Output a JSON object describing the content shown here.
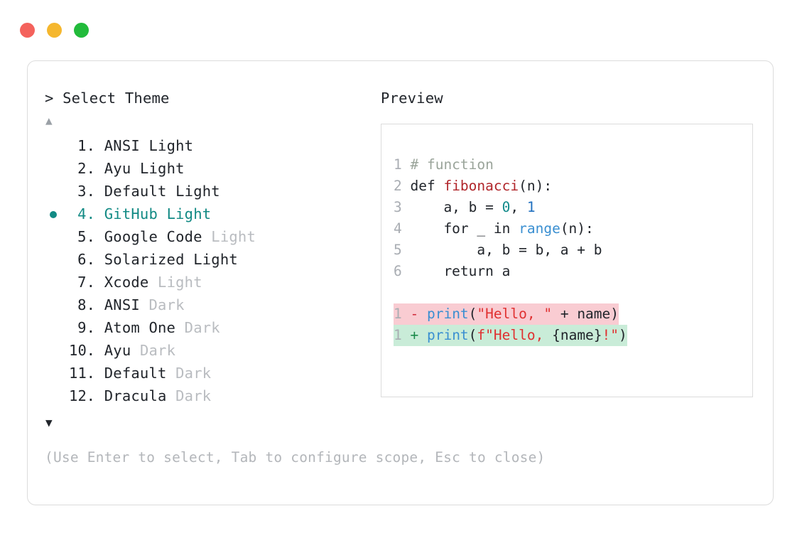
{
  "window": {
    "traffic_lights": [
      {
        "name": "close",
        "color": "#f4625c"
      },
      {
        "name": "minimize",
        "color": "#f5b72e"
      },
      {
        "name": "maximize",
        "color": "#22bb3b"
      }
    ]
  },
  "prompt": {
    "caret": ">",
    "title": "Select Theme"
  },
  "scroll": {
    "up_arrow": "▲",
    "down_arrow": "▼"
  },
  "themes": {
    "selected_index": 4,
    "bullet": "●",
    "items": [
      {
        "num": "1.",
        "name": "ANSI",
        "variant": "Light",
        "variant_muted": false,
        "selected": false
      },
      {
        "num": "2.",
        "name": "Ayu",
        "variant": "Light",
        "variant_muted": false,
        "selected": false
      },
      {
        "num": "3.",
        "name": "Default",
        "variant": "Light",
        "variant_muted": false,
        "selected": false
      },
      {
        "num": "4.",
        "name": "GitHub",
        "variant": "Light",
        "variant_muted": false,
        "selected": true
      },
      {
        "num": "5.",
        "name": "Google Code",
        "variant": "Light",
        "variant_muted": true,
        "selected": false
      },
      {
        "num": "6.",
        "name": "Solarized",
        "variant": "Light",
        "variant_muted": false,
        "selected": false
      },
      {
        "num": "7.",
        "name": "Xcode",
        "variant": "Light",
        "variant_muted": true,
        "selected": false
      },
      {
        "num": "8.",
        "name": "ANSI",
        "variant": "Dark",
        "variant_muted": true,
        "selected": false
      },
      {
        "num": "9.",
        "name": "Atom One",
        "variant": "Dark",
        "variant_muted": true,
        "selected": false
      },
      {
        "num": "10.",
        "name": "Ayu",
        "variant": "Dark",
        "variant_muted": true,
        "selected": false
      },
      {
        "num": "11.",
        "name": "Default",
        "variant": "Dark",
        "variant_muted": true,
        "selected": false
      },
      {
        "num": "12.",
        "name": "Dracula",
        "variant": "Dark",
        "variant_muted": true,
        "selected": false
      }
    ]
  },
  "help": {
    "text": "(Use Enter to select, Tab to configure scope, Esc to close)"
  },
  "preview": {
    "label": "Preview",
    "code_lines": [
      {
        "ln": "1",
        "tokens": [
          {
            "t": "# function",
            "c": "tok-comment"
          }
        ]
      },
      {
        "ln": "2",
        "tokens": [
          {
            "t": "def ",
            "c": "tok-keyword"
          },
          {
            "t": "fibonacci",
            "c": "tok-func"
          },
          {
            "t": "(n):",
            "c": "tok-punct"
          }
        ]
      },
      {
        "ln": "3",
        "tokens": [
          {
            "t": "    a, b = ",
            "c": "tok-plain"
          },
          {
            "t": "0",
            "c": "tok-number"
          },
          {
            "t": ", ",
            "c": "tok-plain"
          },
          {
            "t": "1",
            "c": "tok-number-b"
          }
        ]
      },
      {
        "ln": "4",
        "tokens": [
          {
            "t": "    for _ in ",
            "c": "tok-plain"
          },
          {
            "t": "range",
            "c": "tok-builtin"
          },
          {
            "t": "(n):",
            "c": "tok-punct"
          }
        ]
      },
      {
        "ln": "5",
        "tokens": [
          {
            "t": "        a, b = b, a + b",
            "c": "tok-plain"
          }
        ]
      },
      {
        "ln": "6",
        "tokens": [
          {
            "t": "    return a",
            "c": "tok-plain"
          }
        ]
      }
    ],
    "diff_lines": [
      {
        "ln": "1",
        "kind": "del",
        "mark": "-",
        "tokens": [
          {
            "t": "print",
            "c": "tok-builtin"
          },
          {
            "t": "(",
            "c": "tok-punct"
          },
          {
            "t": "\"Hello, \"",
            "c": "tok-string"
          },
          {
            "t": " + name)",
            "c": "tok-plain"
          }
        ]
      },
      {
        "ln": "1",
        "kind": "add",
        "mark": "+",
        "tokens": [
          {
            "t": "print",
            "c": "tok-builtin"
          },
          {
            "t": "(",
            "c": "tok-punct"
          },
          {
            "t": "f\"Hello, ",
            "c": "tok-string"
          },
          {
            "t": "{name}",
            "c": "tok-plain"
          },
          {
            "t": "!\"",
            "c": "tok-string"
          },
          {
            "t": ")",
            "c": "tok-punct"
          }
        ]
      }
    ]
  },
  "colors": {
    "accent": "#128a84",
    "border": "#dcdcdc",
    "muted_text": "#b9bcc0",
    "diff_del_bg": "#f9ccd2",
    "diff_add_bg": "#c9ecd8"
  }
}
